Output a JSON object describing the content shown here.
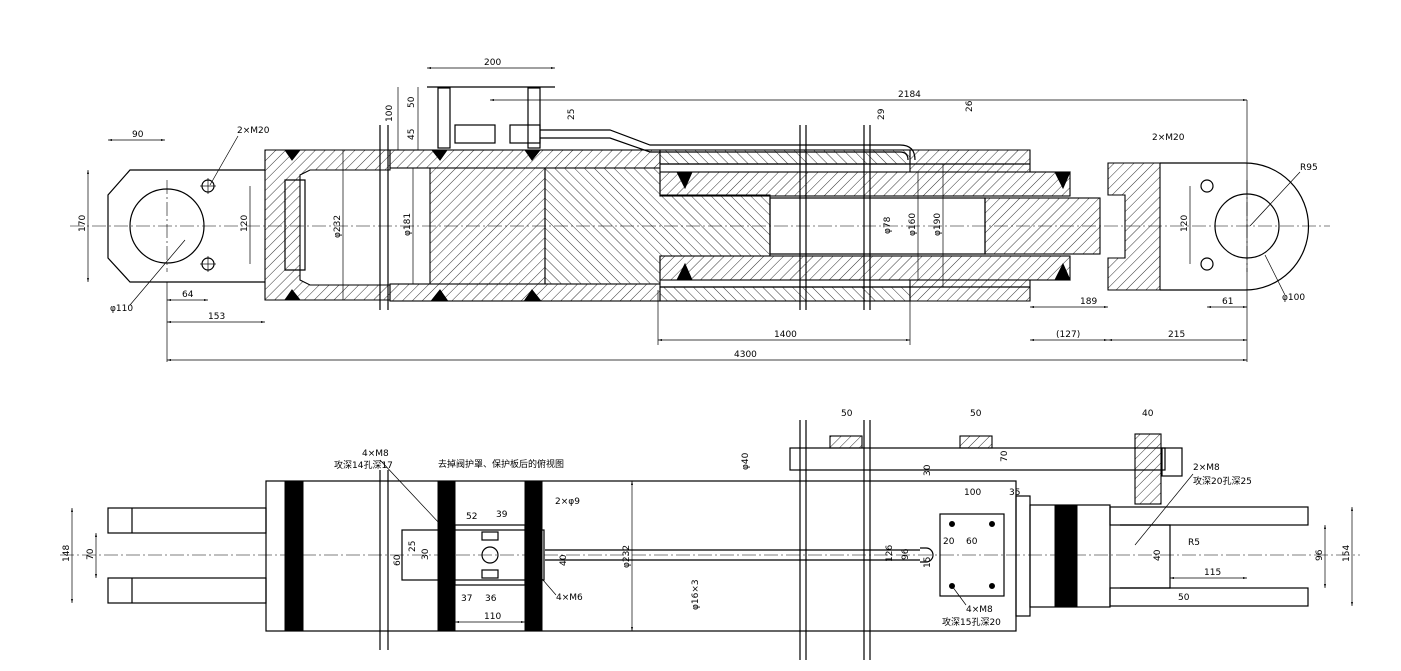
{
  "top_view": {
    "dims": {
      "d200": "200",
      "d2184": "2184",
      "d100": "100",
      "d50": "50",
      "d45": "45",
      "d25": "25",
      "d29": "29",
      "d26": "26",
      "d90": "90",
      "m20_left": "2×M20",
      "m20_right": "2×M20",
      "r95": "R95",
      "d170": "170",
      "d120_left": "120",
      "d120_right": "120",
      "phi232": "φ232",
      "phi181": "φ181",
      "phi78": "φ78",
      "phi160": "φ160",
      "phi190": "φ190",
      "phi110": "φ110",
      "phi100": "φ100",
      "d64": "64",
      "d153": "153",
      "d189": "189",
      "d61": "61",
      "d1400": "1400",
      "d127": "(127)",
      "d215": "215",
      "d4300": "4300"
    }
  },
  "bottom_view": {
    "note": "去掉阀护罩、保护板后的俯视图",
    "dims": {
      "m8_left": "4×M8",
      "m8_left_depth": "攻深14孔深17",
      "d52": "52",
      "d39": "39",
      "phi9": "2×φ9",
      "d60": "60",
      "d25": "25",
      "d30": "30",
      "d40": "40",
      "m6": "4×M6",
      "d37": "37",
      "d36": "36",
      "d110": "110",
      "d148": "148",
      "d70": "70",
      "phi232": "φ232",
      "phi16x3": "φ16×3",
      "d50a": "50",
      "d50b": "50",
      "d40top": "40",
      "phi40": "φ40",
      "d30b": "30",
      "d70b": "70",
      "d100": "100",
      "d35": "35",
      "d126": "126",
      "d96a": "96",
      "d20": "20",
      "d15": "15",
      "d60b": "60",
      "m8_mid": "4×M8",
      "m8_mid_depth": "攻深15孔深20",
      "m8_right": "2×M8",
      "m8_right_depth": "攻深20孔深25",
      "r5": "R5",
      "d40r": "40",
      "d115": "115",
      "d50r": "50",
      "d96b": "96",
      "d154": "154"
    }
  }
}
